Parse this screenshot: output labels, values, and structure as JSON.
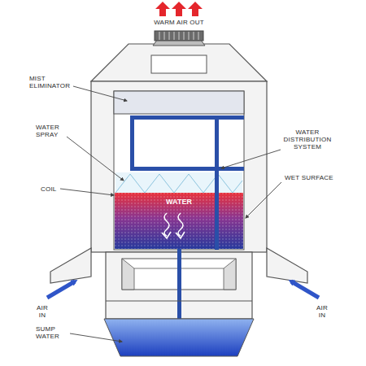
{
  "diagram": {
    "nodes": [
      {
        "text": [
          "WATER"
        ]
      }
    ],
    "labels": [
      "WARM AIR OUT",
      "MIST ELIMINATOR",
      "WATER SPRAY",
      "COIL",
      "WATER DISTRIBUTION SYSTEM",
      "WET SURFACE",
      "AIR IN",
      "AIR IN",
      "SUMP WATER"
    ]
  }
}
